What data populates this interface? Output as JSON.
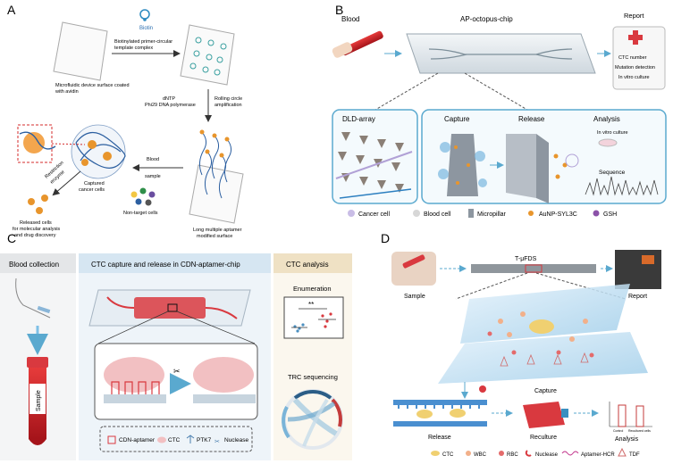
{
  "panels": {
    "A": {
      "letter": "A",
      "biotin": "Biotin",
      "step1": [
        "Biotinylated primer-circular",
        "template complex"
      ],
      "surface": [
        "Microfluidic device surface coated",
        "with avidin"
      ],
      "reagents": [
        "dNTP",
        "Phi29 DNA polymerase"
      ],
      "rca": [
        "Rolling circle",
        "amplification"
      ],
      "blood": [
        "Blood",
        "sample"
      ],
      "restriction": [
        "Restriction",
        "enzyme"
      ],
      "captured": [
        "Captured",
        "cancer cells"
      ],
      "released": [
        "Released cells",
        "for molecular analysis",
        "and drug discovery"
      ],
      "nontarget": "Non-target cells",
      "aptamer": [
        "Long multiple aptamer",
        "modified surface"
      ]
    },
    "B": {
      "letter": "B",
      "blood": "Blood",
      "chip": "AP-octopus-chip",
      "report_title": "Report",
      "report_lines": [
        "CTC number",
        "Mutation detection",
        "In vitro culture"
      ],
      "dld": "DLD-array",
      "capture": "Capture",
      "release": "Release",
      "analysis": "Analysis",
      "culture": "In vitro culture",
      "sequence": "Sequence",
      "legend": [
        "Cancer cell",
        "Blood cell",
        "Micropillar",
        "AuNP-SYL3C",
        "GSH"
      ]
    },
    "C": {
      "letter": "C",
      "h1": "Blood collection",
      "h2": "CTC capture and release in CDN-aptamer-chip",
      "h3": "CTC analysis",
      "sample": "Sample",
      "enumeration": "Enumeration",
      "stars": "**",
      "trc": "TRC sequencing",
      "legend": [
        "CDN-aptamer",
        "CTC",
        "PTK7",
        "Nuclease"
      ]
    },
    "D": {
      "letter": "D",
      "chip": "T-μFDS",
      "sample": "Sample",
      "report": "Report",
      "capture": "Capture",
      "release": "Release",
      "reculture": "Reculture",
      "analysis": "Analysis",
      "bar_labels": [
        "Control",
        "Recultured cells"
      ],
      "legend": [
        "CTC",
        "WBC",
        "RBC",
        "Nuclease",
        "Aptamer-HCR",
        "TDF"
      ]
    }
  },
  "colors": {
    "blue_frame": "#5aa9cf",
    "red_chip": "#d9393f",
    "cell_orange": "#e8952c",
    "header_gray": "#e4e6e8",
    "header_blue": "#d6e6f2",
    "header_tan": "#efe1c4"
  }
}
